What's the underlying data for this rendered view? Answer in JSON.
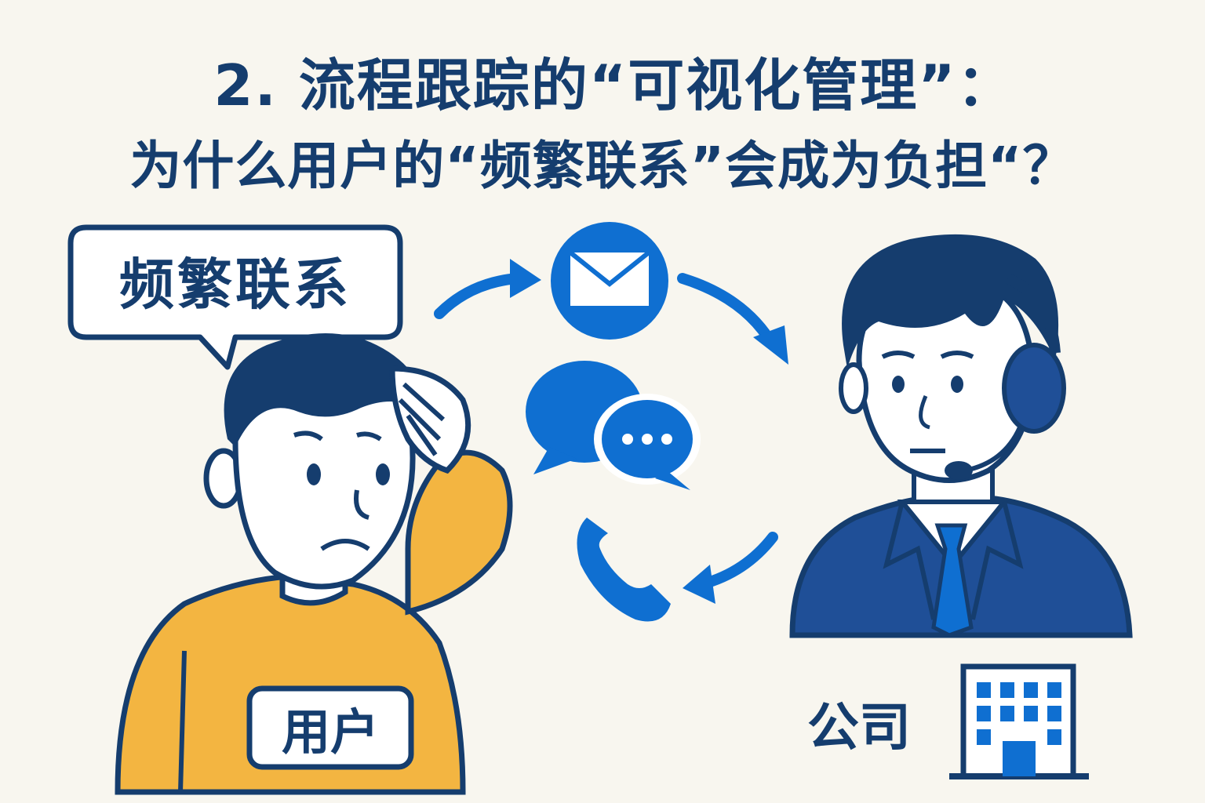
{
  "title": {
    "line1": "2. 流程跟踪的“可视化管理”：",
    "line2": "为什么用户的“频繁联系”会成为负担“？"
  },
  "bubble": {
    "text": "频繁联系"
  },
  "labels": {
    "user": "用户",
    "company": "公司"
  },
  "icons": [
    "mail-icon",
    "chat-bubbles-icon",
    "phone-icon",
    "office-building-icon",
    "headset-icon"
  ],
  "colors": {
    "navy": "#153d6e",
    "blue": "#0f6fd1",
    "orange": "#f3b541",
    "suit": "#1f4f97",
    "background": "#f8f6ef"
  }
}
